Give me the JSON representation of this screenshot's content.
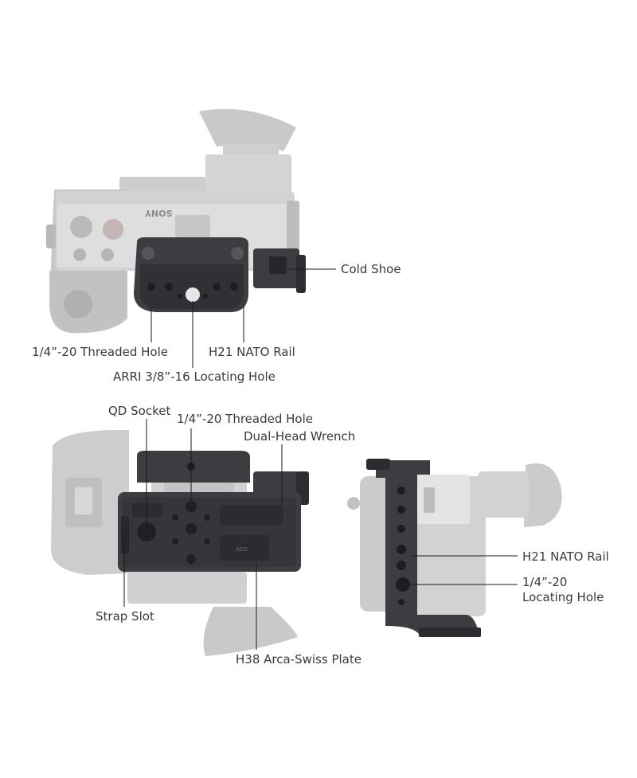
{
  "colors": {
    "background": "#ffffff",
    "camera_body": "#d2d2d2",
    "camera_dark": "#bcbcbc",
    "cage_metal": "#3b3d41",
    "cage_dark": "#26282b",
    "leader_line": "#1a1a1a",
    "label_text": "#3a3a3a"
  },
  "views": {
    "top": {
      "camera_brand": "SONY",
      "labels": {
        "cold_shoe": "Cold Shoe",
        "threaded_hole": "1/4”-20 Threaded Hole",
        "nato_rail": "H21 NATO Rail",
        "arri_hole": "ARRI 3/8”-16 Locating Hole"
      }
    },
    "bottom": {
      "plate_marking": "ACD",
      "labels": {
        "qd_socket": "QD Socket",
        "threaded_hole": "1/4”-20 Threaded Hole",
        "wrench": "Dual-Head Wrench",
        "strap_slot": "Strap Slot",
        "arca_plate": "H38 Arca-Swiss Plate"
      }
    },
    "side": {
      "labels": {
        "nato_rail": "H21 NATO Rail",
        "locating_hole_line1": "1/4”-20",
        "locating_hole_line2": "Locating Hole"
      }
    }
  }
}
